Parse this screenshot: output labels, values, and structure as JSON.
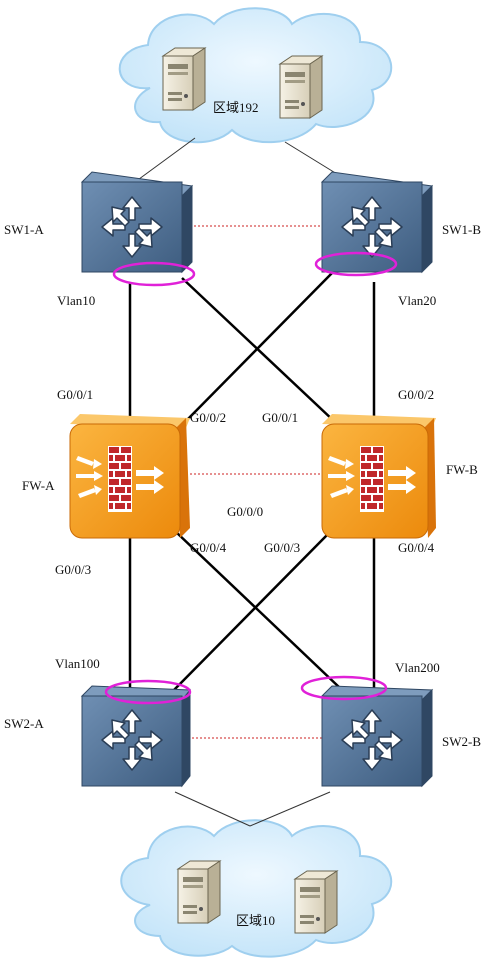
{
  "clouds": {
    "top": {
      "label": "区域192",
      "fill": "#d4ecfb",
      "stroke": "#9fcfef"
    },
    "bottom": {
      "label": "区域10",
      "fill": "#d4ecfb",
      "stroke": "#9fcfef"
    }
  },
  "switches": {
    "sw1a": {
      "label": "SW1-A",
      "icon": "router-switch-icon"
    },
    "sw1b": {
      "label": "SW1-B",
      "icon": "router-switch-icon"
    },
    "sw2a": {
      "label": "SW2-A",
      "icon": "layer2-switch-icon"
    },
    "sw2b": {
      "label": "SW2-B",
      "icon": "layer2-switch-icon"
    }
  },
  "firewalls": {
    "fwa": {
      "label": "FW-A",
      "icon": "firewall-icon"
    },
    "fwb": {
      "label": "FW-B",
      "icon": "firewall-icon"
    }
  },
  "vlans": {
    "sw1a": "Vlan10",
    "sw1b": "Vlan20",
    "sw2a": "Vlan100",
    "sw2b": "Vlan200"
  },
  "ports": {
    "fwa_up": "G0/0/1",
    "fwa_cross_up": "G0/0/2",
    "fwb_cross_up": "G0/0/1",
    "fwb_up": "G0/0/2",
    "heartbeat": "G0/0/0",
    "fwa_down": "G0/0/3",
    "fwa_cross_down": "G0/0/4",
    "fwb_cross_down": "G0/0/3",
    "fwb_down": "G0/0/4"
  },
  "colors": {
    "switch_face": "#4f6f93",
    "switch_dark": "#34506f",
    "firewall_face": "#f29a10",
    "firewall_dark": "#d9730a",
    "brick": "#c0282a",
    "vlan_ellipse": "#e021d8",
    "dotted_link": "#cc2222",
    "link": "#000000"
  }
}
